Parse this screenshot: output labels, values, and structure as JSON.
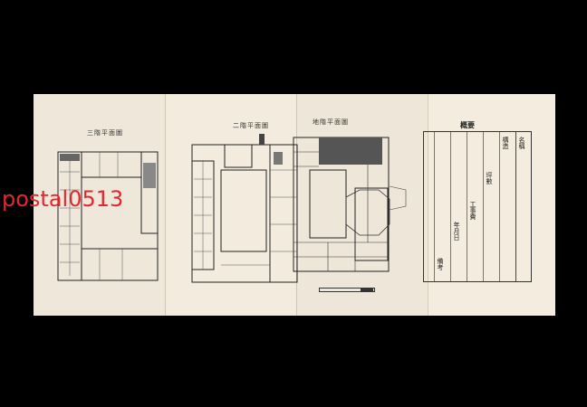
{
  "watermark": "postal0513",
  "floor3": {
    "title": "三階平面圖"
  },
  "floor2": {
    "title": "二階平面圖"
  },
  "floor1": {
    "title": "地階平面圖"
  },
  "summary": {
    "caption": "概要",
    "row_labels": [
      "名稱",
      "構造",
      "坪數",
      "工事費",
      "年月日",
      "備考"
    ]
  }
}
